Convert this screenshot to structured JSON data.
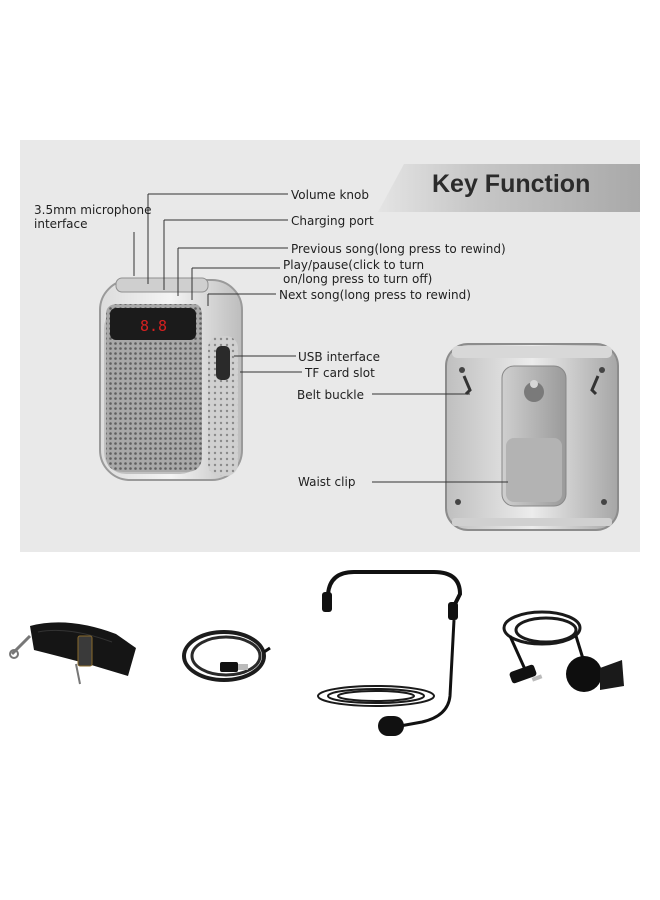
{
  "header": {
    "title": "Key Function"
  },
  "labels": {
    "mic_interface_line1": "3.5mm microphone",
    "mic_interface_line2": "interface",
    "volume_knob": "Volume knob",
    "charging_port": "Charging port",
    "previous_song": "Previous song(long press to rewind)",
    "play_pause_line1": "Play/pause(click to turn",
    "play_pause_line2": "on/long press to turn off)",
    "next_song": "Next song(long press to rewind)",
    "usb_interface": "USB interface",
    "tf_card_slot": "TF card slot",
    "belt_buckle": "Belt buckle",
    "waist_clip": "Waist clip"
  },
  "accessories": [
    "shoulder-strap",
    "usb-charging-cable",
    "headset-microphone",
    "lavalier-microphone"
  ],
  "colors": {
    "panel": "#e9e9e9",
    "banner": "#bdbdbd",
    "display_red": "#d42020"
  }
}
